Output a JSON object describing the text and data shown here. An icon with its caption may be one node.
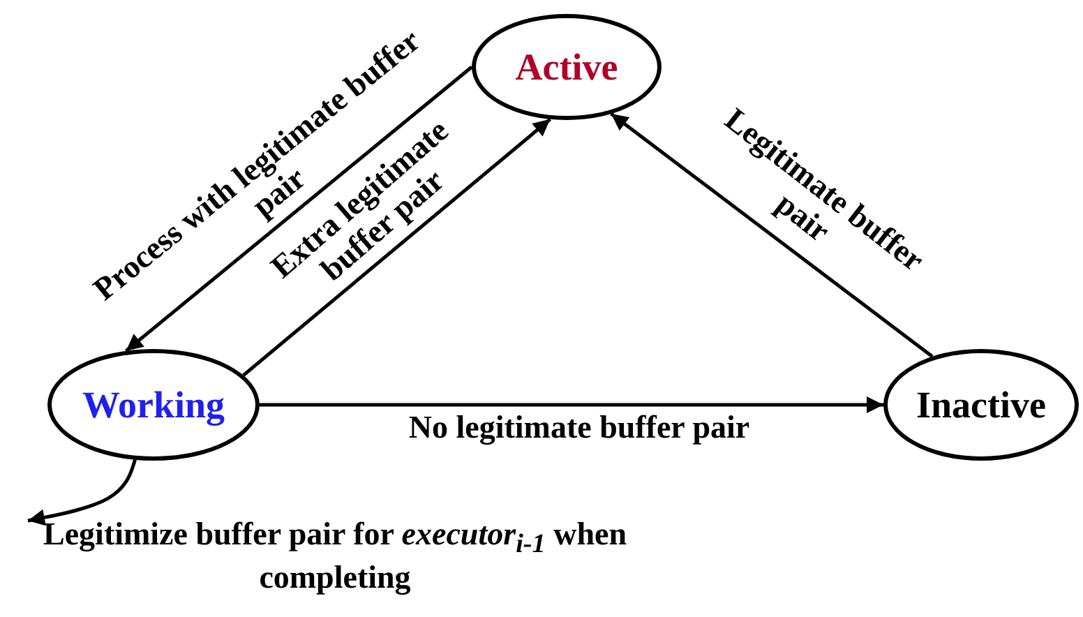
{
  "diagram": {
    "nodes": [
      {
        "text": [
          "Active"
        ]
      },
      {
        "text": [
          "Working"
        ]
      },
      {
        "text": [
          "Inactive"
        ]
      }
    ],
    "edges": [
      {
        "from": 0,
        "to": 1,
        "arrow": "to",
        "label": "Process with legitimate buffer pair"
      },
      {
        "from": 1,
        "to": 0,
        "arrow": "to",
        "label": "Extra legitimate buffer pair"
      },
      {
        "from": 2,
        "to": 0,
        "arrow": "to",
        "label": "Legitimate buffer pair"
      },
      {
        "from": 1,
        "to": 2,
        "arrow": "to",
        "label": "No legitimate buffer pair"
      },
      {
        "from": 1,
        "to": null,
        "arrow": "to",
        "label": "Legitimize buffer pair for *executor*$_{i-1}$ when completing"
      }
    ]
  }
}
